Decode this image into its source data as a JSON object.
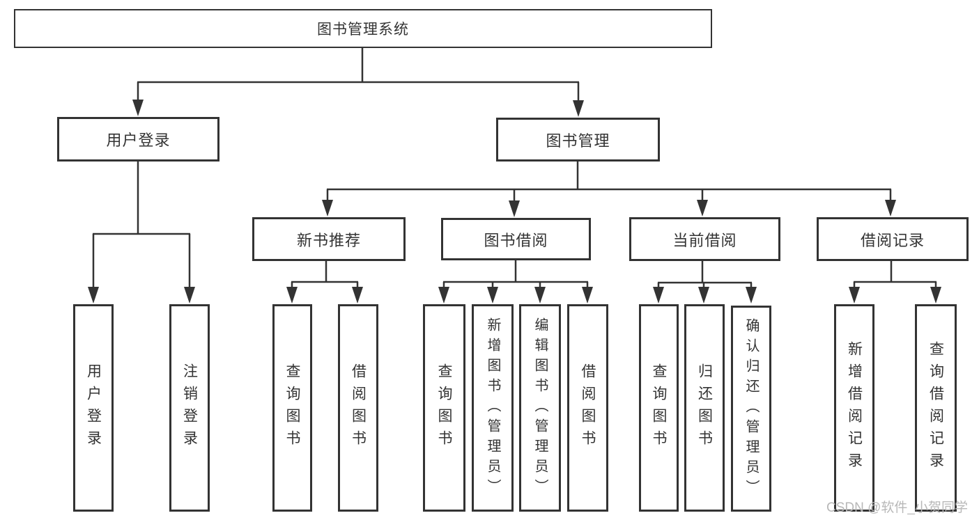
{
  "colors": {
    "line": "#333333",
    "text": "#333333",
    "background": "#ffffff",
    "watermark": "#b8b8b8"
  },
  "watermark": "CSDN @软件_小贺同学",
  "tree": {
    "root": "图书管理系统",
    "level2": [
      {
        "label": "用户登录"
      },
      {
        "label": "图书管理"
      }
    ],
    "user_login_children": [
      "用户登录",
      "注销登录"
    ],
    "level3": [
      {
        "label": "新书推荐"
      },
      {
        "label": "图书借阅"
      },
      {
        "label": "当前借阅"
      },
      {
        "label": "借阅记录"
      }
    ],
    "new_book_children": [
      "查询图书",
      "借阅图书"
    ],
    "book_borrow_children": [
      "查询图书",
      "新增图书（管理员）",
      "编辑图书（管理员）",
      "借阅图书"
    ],
    "current_borrow_children": [
      "查询图书",
      "归还图书",
      "确认归还（管理员）"
    ],
    "borrow_record_children": [
      "新增借阅记录",
      "查询借阅记录"
    ]
  }
}
